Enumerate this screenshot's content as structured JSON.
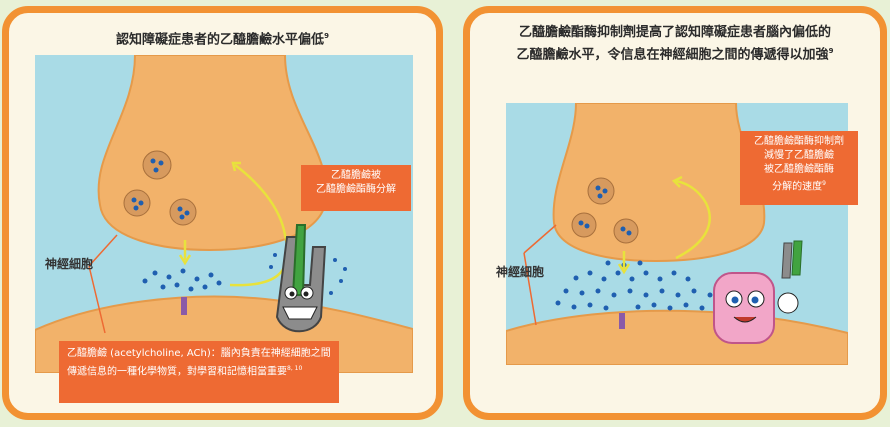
{
  "panel_left": {
    "title": "認知障礙症患者的乙醯膽鹼水平偏低",
    "title_ref": "9",
    "callout_line1": "乙醯膽鹼被",
    "callout_line2": "乙醯膽鹼酯酶分解",
    "neuron_label": "神經細胞",
    "note_text": "乙醯膽鹼 (acetylcholine, ACh)：腦內負責在神經細胞之間傳遞信息的一種化學物質，對學習和記憶相當重要",
    "note_ref": "8, 10"
  },
  "panel_right": {
    "title_line1": "乙醯膽鹼酯酶抑制劑提高了認知障礙症患者腦內偏低的",
    "title_line2": "乙醯膽鹼水平，令信息在神經細胞之間的傳遞得以加強",
    "title_ref": "9",
    "callout_line1": "乙醯膽鹼酯酶抑制劑",
    "callout_line2": "減慢了乙醯膽鹼",
    "callout_line3": "被乙醯膽鹼酯酶",
    "callout_line4": "分解的速度",
    "callout_ref": "9",
    "neuron_label": "神經細胞"
  },
  "colors": {
    "frame": "#f29233",
    "callout": "#ee6a33",
    "neuron": "#f2b26a",
    "synapse_bg": "#a9dbe6",
    "molecule": "#1f5fb0",
    "arrow": "#e8e23c"
  }
}
